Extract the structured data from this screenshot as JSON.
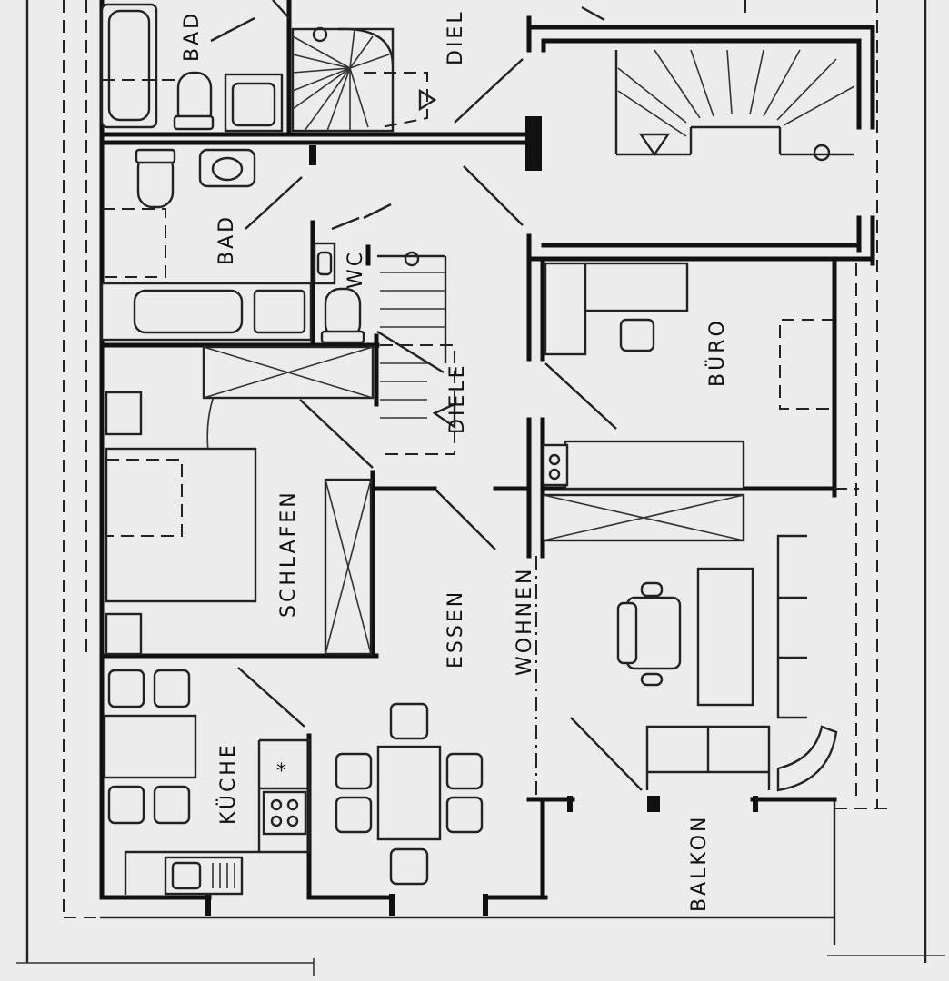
{
  "plan": {
    "rooms": {
      "bad_upper": "BAD",
      "diele_upper": "DIEL",
      "bad": "BAD",
      "wc": "WC",
      "diele": "DIELE",
      "buero": "BÜRO",
      "schlafen": "SCHLAFEN",
      "essen": "ESSEN",
      "wohnen": "WOHNEN",
      "kueche": "KÜCHE",
      "balkon": "BALKON"
    },
    "stove_symbol": "*"
  }
}
